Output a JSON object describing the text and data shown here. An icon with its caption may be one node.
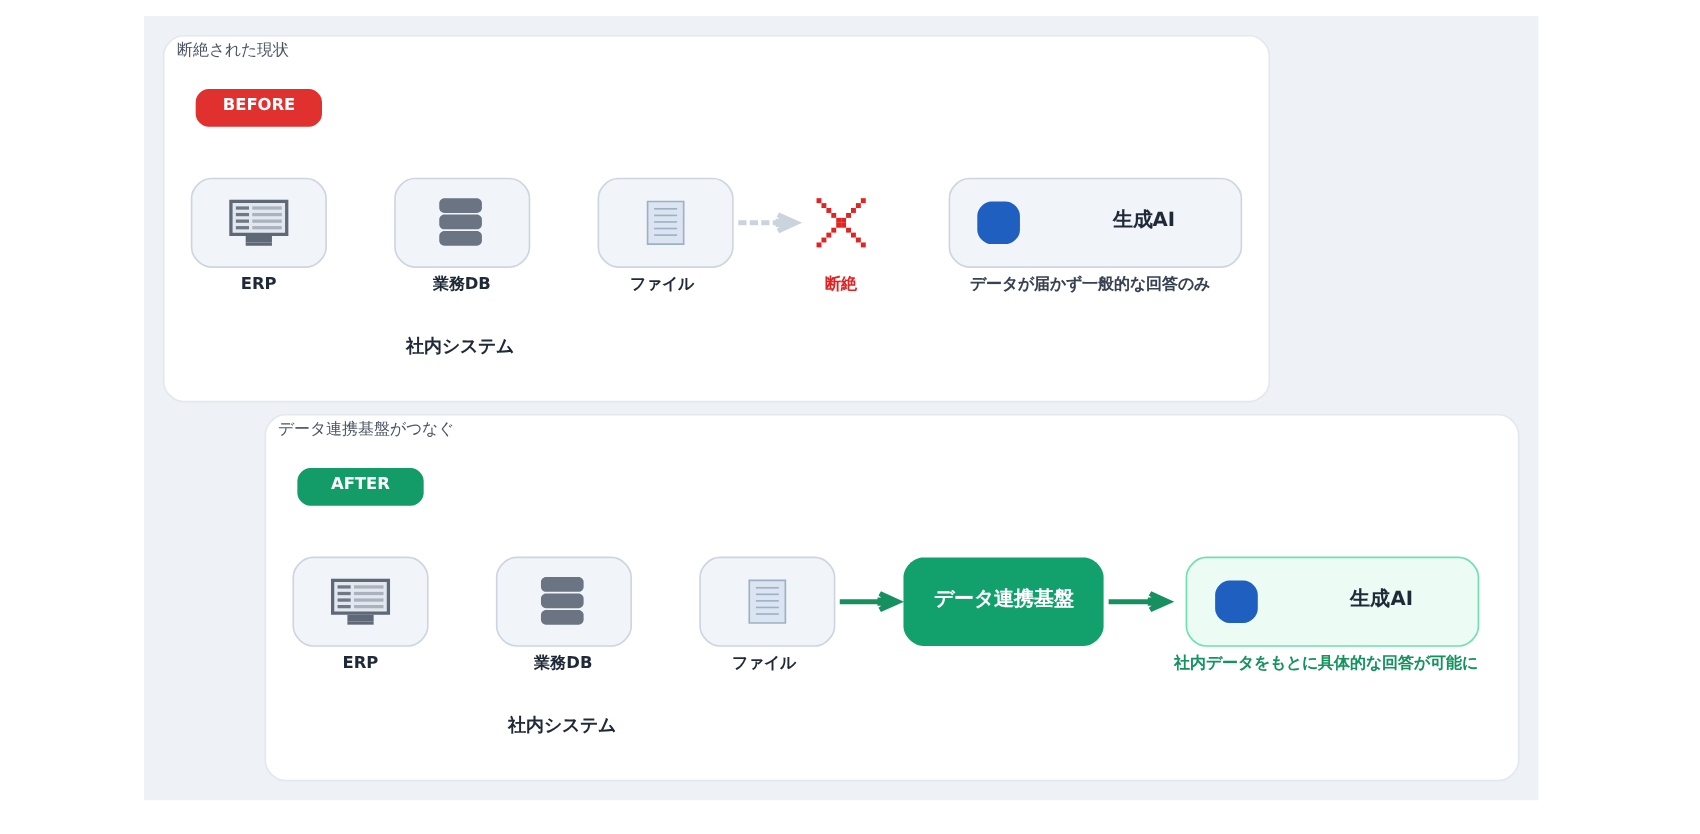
{
  "diagram": {
    "nodes": [
      {
        "text": [
          "断絶された現状"
        ]
      },
      {
        "text": [
          "BEFORE"
        ],
        "in": 0
      },
      {
        "text": [
          "ERP"
        ],
        "in": 0
      },
      {
        "text": [
          "業務DB"
        ],
        "in": 0
      },
      {
        "text": [
          "ファイル"
        ],
        "in": 0
      },
      {
        "text": [],
        "shape": "cross",
        "beside": [
          "断絶"
        ],
        "in": 0
      },
      {
        "text": [
          "生成AI"
        ],
        "beside": [
          "データが届かず一般的な回答のみ"
        ],
        "in": 0
      },
      {
        "text": [
          "データ連携基盤がつなぐ"
        ]
      },
      {
        "text": [
          "AFTER"
        ],
        "in": 7
      },
      {
        "text": [
          "ERP"
        ],
        "in": 7
      },
      {
        "text": [
          "業務DB"
        ],
        "in": 7
      },
      {
        "text": [
          "ファイル"
        ],
        "in": 7
      },
      {
        "text": [
          "データ連携基盤"
        ],
        "in": 7
      },
      {
        "text": [
          "生成AI"
        ],
        "beside": [
          "社内データをもとに具体的な回答が可能に"
        ],
        "in": 7
      }
    ],
    "edges": [
      {
        "from": 4,
        "to": 5,
        "arrow": "to",
        "style": "dashed",
        "color": "#cbd3de"
      },
      {
        "from": 11,
        "to": 12,
        "arrow": "to"
      },
      {
        "from": 12,
        "to": 13,
        "arrow": "to"
      }
    ],
    "labels": [
      "社内システム",
      "社内システム"
    ]
  }
}
